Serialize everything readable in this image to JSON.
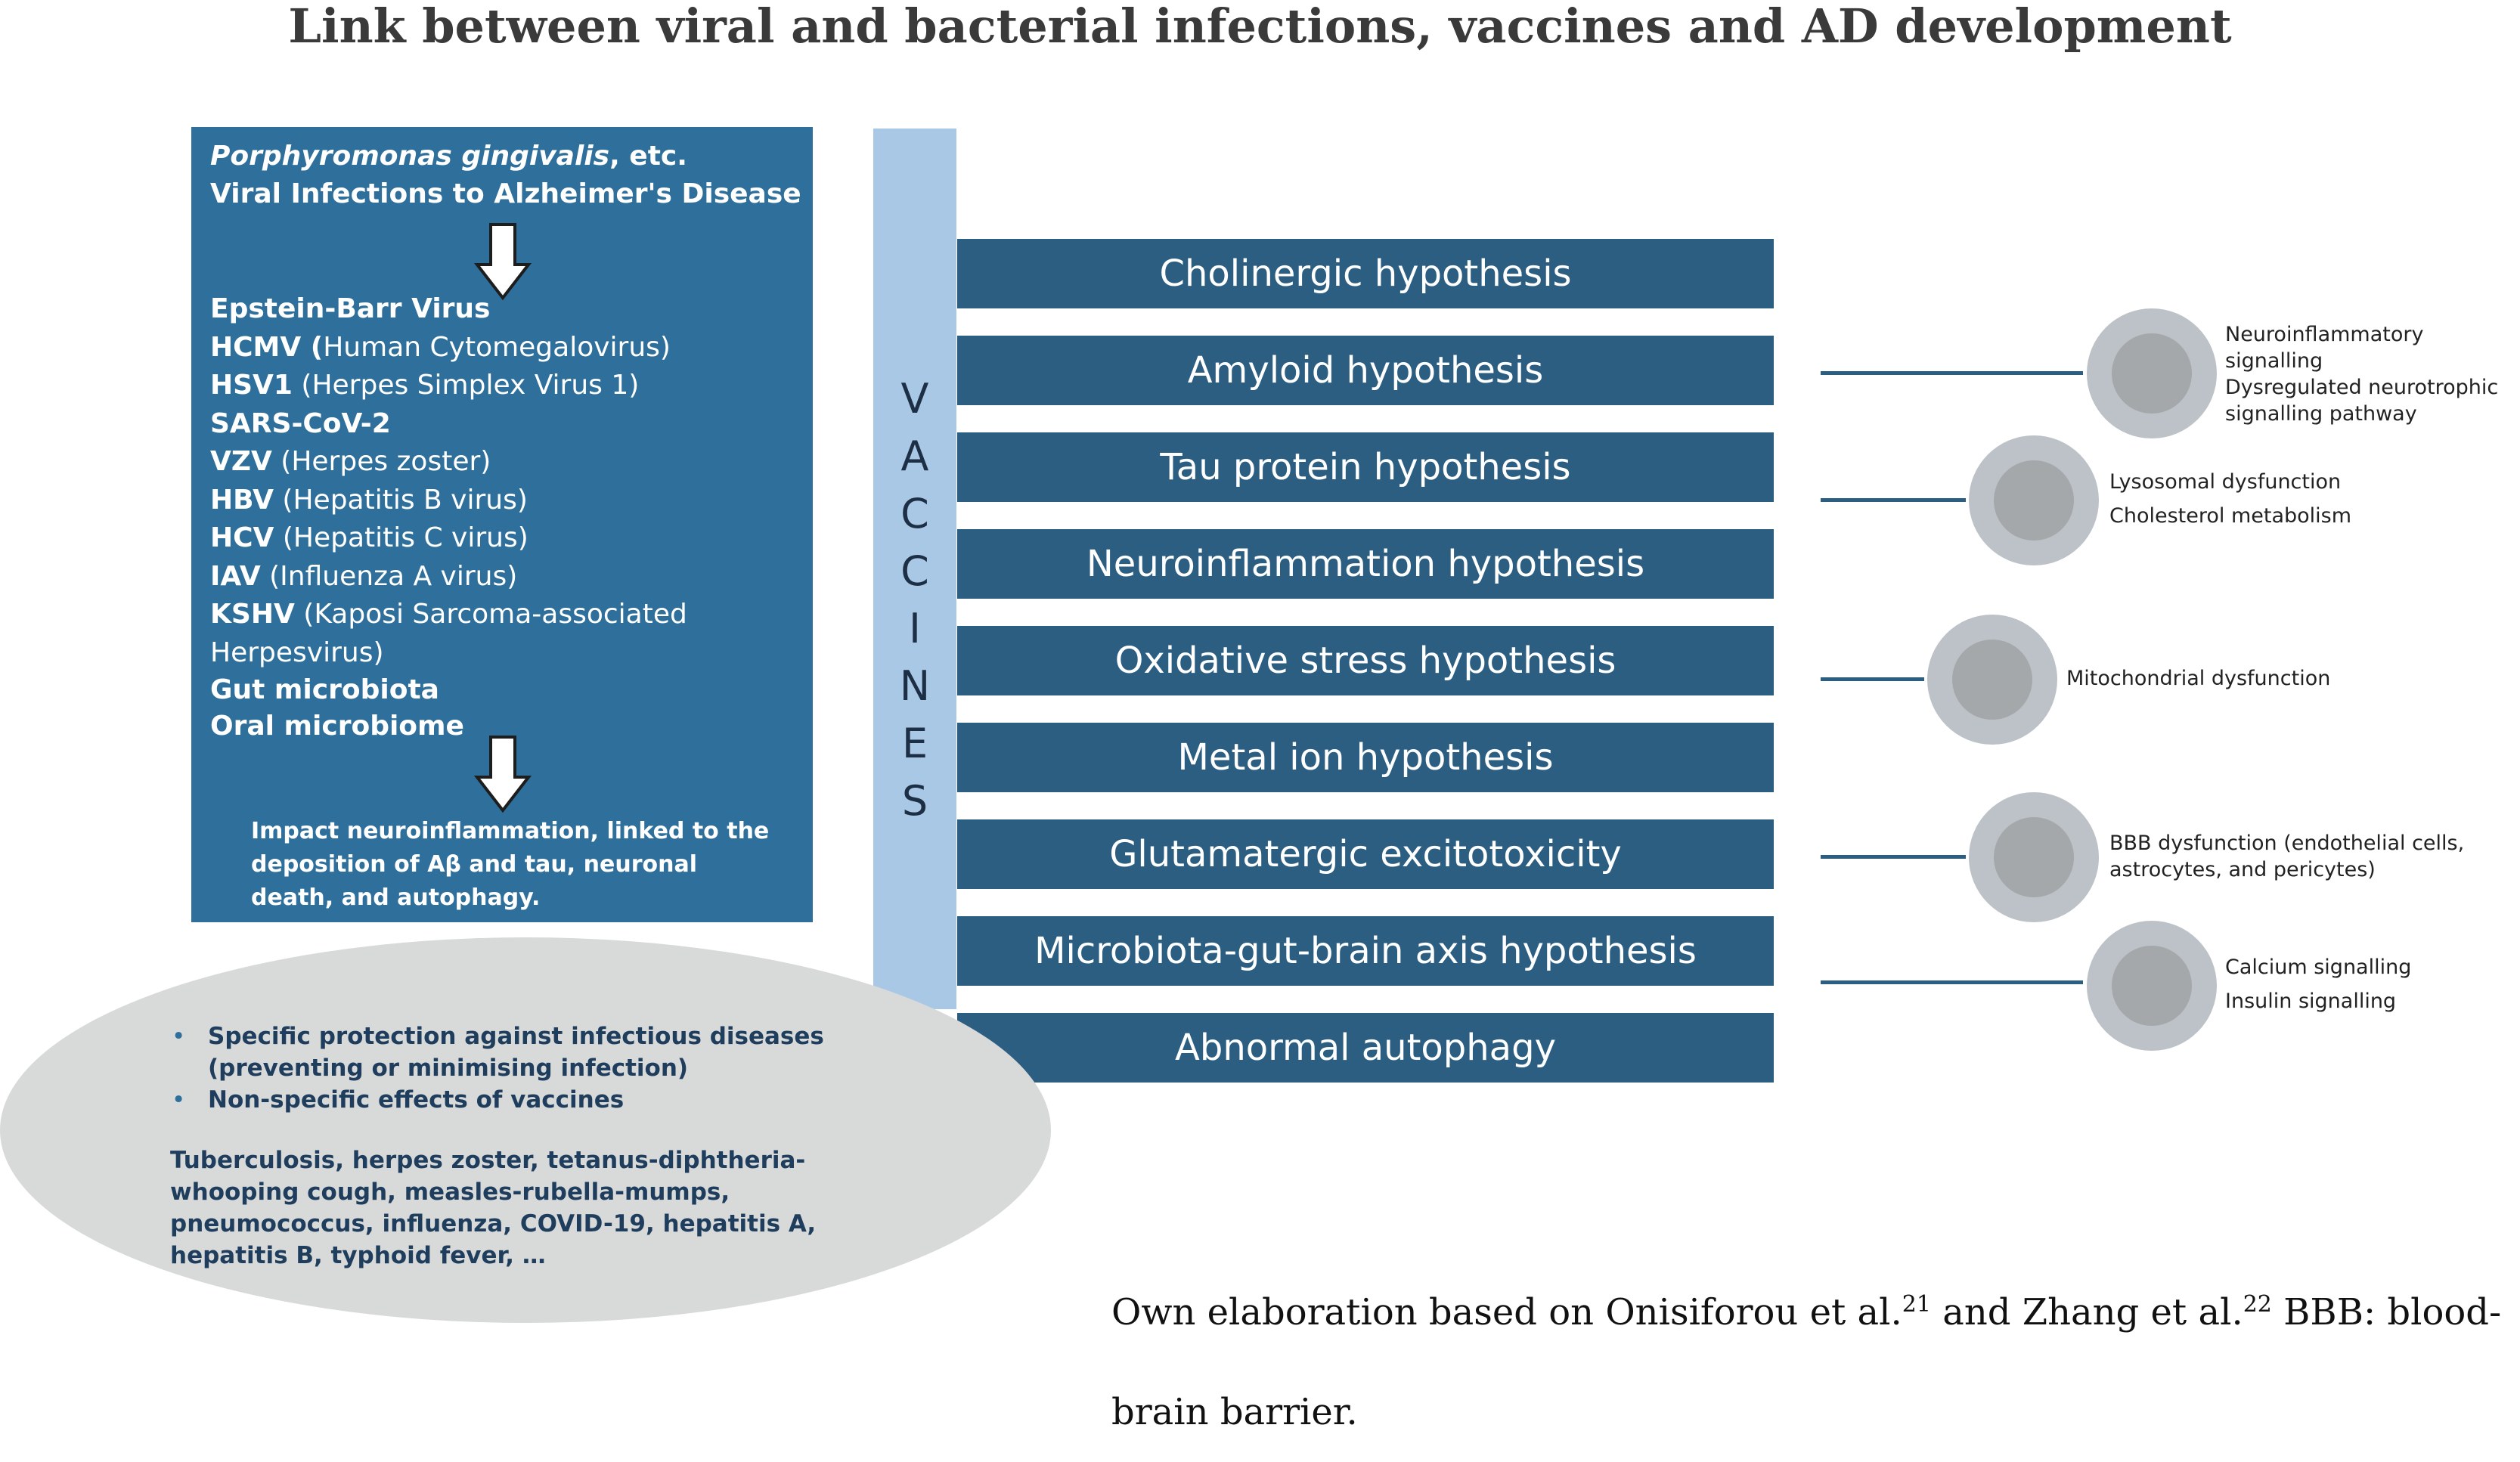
{
  "title": "Link between viral and bacterial infections, vaccines and AD development",
  "infections": {
    "line1_italic": "Porphyromonas gingivalis",
    "line1_rest": ", etc.",
    "line2": "Viral Infections to Alzheimer's Disease",
    "agents": [
      {
        "abbr": "Epstein-Barr Virus",
        "full": ""
      },
      {
        "abbr": "HCMV (",
        "full": "Human Cytomegalovirus)"
      },
      {
        "abbr": "HSV1",
        "full": " (Herpes Simplex Virus 1)"
      },
      {
        "abbr": "SARS-CoV-2",
        "full": ""
      },
      {
        "abbr": "VZV",
        "full": " (Herpes zoster)"
      },
      {
        "abbr": "HBV",
        "full": " (Hepatitis B virus)"
      },
      {
        "abbr": "HCV",
        "full": " (Hepatitis C virus)"
      },
      {
        "abbr": "IAV",
        "full": " (Influenza A virus)"
      },
      {
        "abbr": "KSHV",
        "full": " (Kaposi Sarcoma-associated"
      },
      {
        "abbr": "",
        "full": "Herpesvirus)"
      }
    ],
    "microbiota": [
      "Gut microbiota",
      "Oral microbiome"
    ],
    "impact": "Impact neuroinflammation, linked to the deposition of Aβ and tau, neuronal death, and autophagy."
  },
  "vaccines_label": [
    "V",
    "A",
    "C",
    "C",
    "I",
    "N",
    "E",
    "S"
  ],
  "hypotheses": [
    "Cholinergic hypothesis",
    "Amyloid hypothesis",
    "Tau protein hypothesis",
    "Neuroinflammation hypothesis",
    "Oxidative stress hypothesis",
    "Metal ion hypothesis",
    "Glutamatergic excitotoxicity",
    "Microbiota-gut-brain axis hypothesis",
    "Abnormal autophagy"
  ],
  "mechanisms": [
    {
      "lines": [
        "Neuroinflammatory",
        "signalling",
        "Dysregulated neurotrophic",
        "signalling pathway"
      ]
    },
    {
      "lines": [
        "Lysosomal dysfunction",
        "Cholesterol metabolism"
      ]
    },
    {
      "lines": [
        "Mitochondrial dysfunction"
      ]
    },
    {
      "lines": [
        "BBB dysfunction (endothelial cells,",
        "astrocytes, and pericytes)"
      ]
    },
    {
      "lines": [
        "Calcium signalling",
        "Insulin signalling"
      ]
    }
  ],
  "vaccine_effects": {
    "bullets": [
      "Specific protection against infectious diseases (preventing or minimising infection)",
      "Non-specific effects of vaccines"
    ],
    "vaccine_list": "Tuberculosis, herpes zoster, tetanus-diphtheria-whooping cough, measles-rubella-mumps, pneumococcus, influenza, COVID-19, hepatitis A, hepatitis B, typhoid fever, …"
  },
  "caption": {
    "part1": "Own elaboration based on Onisiforou et al.",
    "ref1": "21",
    "part2": " and Zhang et al.",
    "ref2": "22",
    "part3": " BBB: blood-brain barrier."
  },
  "colors": {
    "infection_box": "#2f6f9b",
    "hypothesis_bar": "#2c5e82",
    "vaccines_column": "#a9c8e6",
    "oval": "#d8d9d9",
    "circle_outer": "#bcc2c7",
    "circle_inner": "#a5a8aa"
  },
  "icons": [
    "arrow-down-icon"
  ]
}
